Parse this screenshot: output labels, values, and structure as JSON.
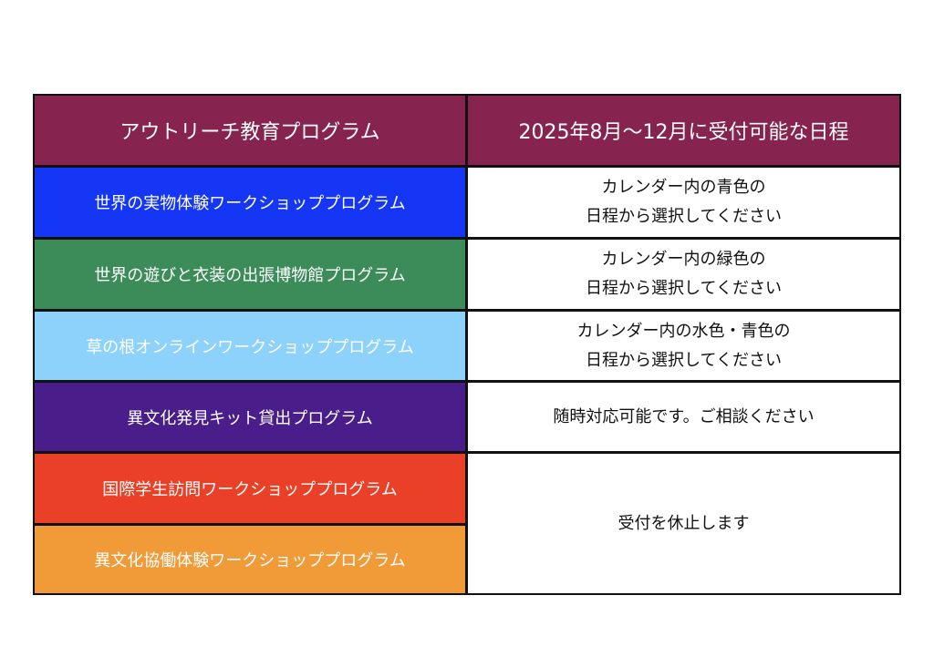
{
  "header": {
    "col1": "アウトリーチ教育プログラム",
    "col2": "2025年8月～12月に受付可能な日程",
    "color": "#86234E"
  },
  "rows": [
    {
      "program": "世界の実物体験ワークショッププログラム",
      "color": "#1536F5",
      "schedule": [
        "カレンダー内の青色の",
        "日程から選択してください"
      ]
    },
    {
      "program": "世界の遊びと衣装の出張博物館プログラム",
      "color": "#3C8C5A",
      "schedule": [
        "カレンダー内の緑色の",
        "日程から選択してください"
      ]
    },
    {
      "program": "草の根オンラインワークショッププログラム",
      "color": "#8CD2FA",
      "schedule": [
        "カレンダー内の水色・青色の",
        "日程から選択してください"
      ]
    },
    {
      "program": "異文化発見キット貸出プログラム",
      "color": "#4A1E8A",
      "schedule": [
        "随時対応可能です。ご相談ください"
      ]
    },
    {
      "program": "国際学生訪問ワークショッププログラム",
      "color": "#EA4027",
      "schedule": []
    },
    {
      "program": "異文化協働体験ワークショッププログラム",
      "color": "#F09B38",
      "schedule": []
    }
  ],
  "merged_schedule": "受付を休止します"
}
